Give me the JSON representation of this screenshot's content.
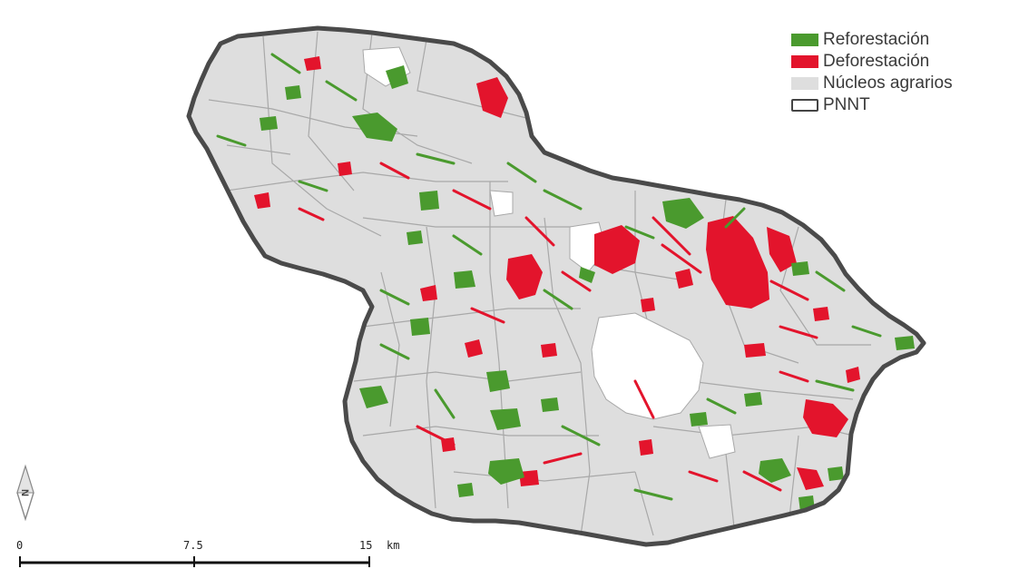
{
  "legend": {
    "items": [
      {
        "label": "Reforestación",
        "color": "#4a9a2e",
        "kind": "fill"
      },
      {
        "label": "Deforestación",
        "color": "#e3142c",
        "kind": "fill"
      },
      {
        "label": "Núcleos agrarios",
        "color": "#dedede",
        "kind": "fill"
      },
      {
        "label": "PNNT",
        "color": "#444444",
        "kind": "outline"
      }
    ]
  },
  "scale_bar": {
    "tick_labels": [
      "0",
      "7.5",
      "15"
    ],
    "unit": "km"
  },
  "north_arrow": {
    "label": "N",
    "icon": "north-arrow-icon"
  },
  "colors": {
    "background": "#ffffff",
    "park_outline": "#4a4a4a",
    "nucleos_fill": "#dedede",
    "nucleos_border": "#a8a8a8",
    "reforestation": "#4a9a2e",
    "deforestation": "#e3142c",
    "excluded_area": "#ffffff"
  }
}
